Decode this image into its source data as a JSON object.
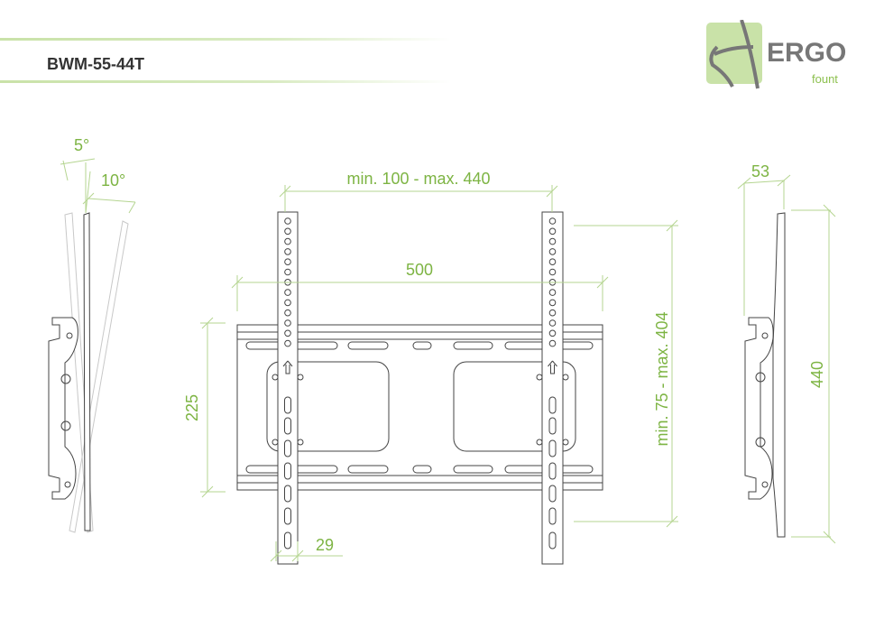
{
  "header": {
    "model": "BWM-55-44T"
  },
  "logo": {
    "brand": "ERGO",
    "sub": "fount"
  },
  "colors": {
    "accent": "#7db443",
    "dimension_line": "#b5d591",
    "logo_bg": "#c9e2a8",
    "drawing": "#444444"
  },
  "dimensions": {
    "tilt_back": "5°",
    "tilt_forward": "10°",
    "vesa_horizontal": "min. 100 - max. 440",
    "plate_width": "500",
    "plate_height": "225",
    "vesa_vertical": "min. 75 - max. 404",
    "arm_width": "29",
    "depth": "53",
    "arm_height": "440"
  }
}
